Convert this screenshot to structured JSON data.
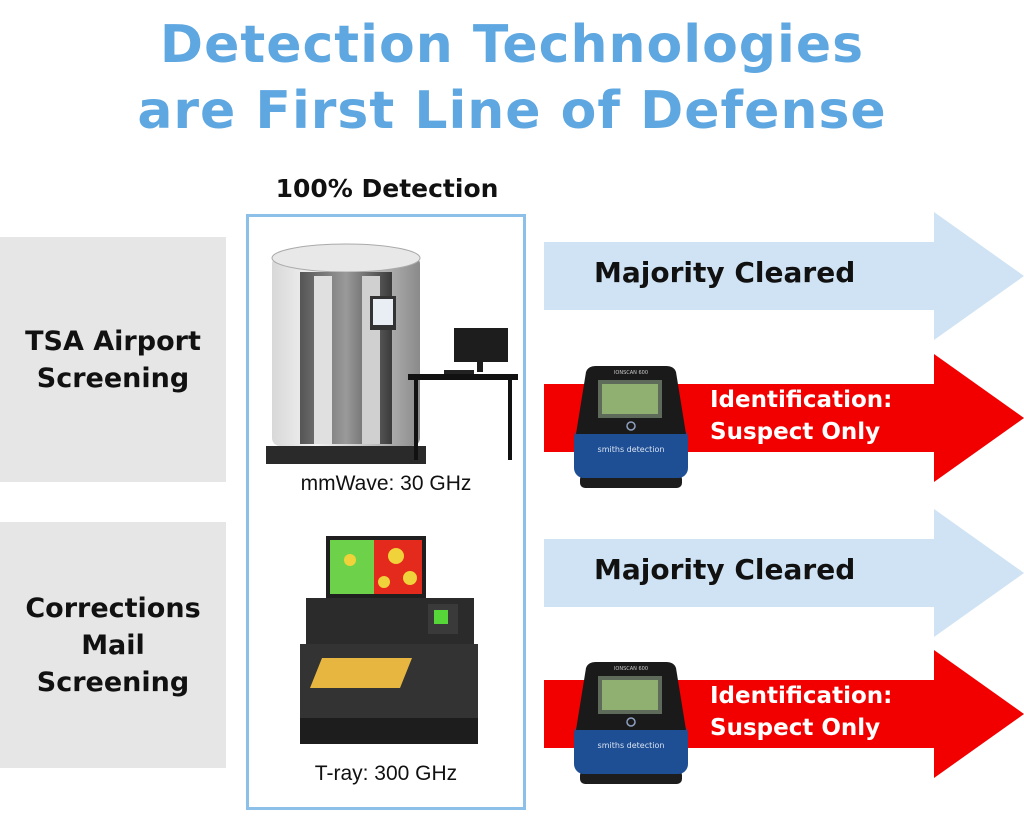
{
  "title": {
    "line1": "Detection Technologies",
    "line2": "are First Line of Defense"
  },
  "detection": {
    "header": "100% Detection",
    "items": [
      {
        "caption": "mmWave: 30 GHz",
        "icon": "body-scanner-icon"
      },
      {
        "caption": "T-ray: 300 GHz",
        "icon": "mail-scanner-icon"
      }
    ]
  },
  "rows": [
    {
      "label": "TSA Airport\nScreening"
    },
    {
      "label": "Corrections\nMail\nScreening"
    }
  ],
  "arrows": [
    {
      "text": "Majority Cleared",
      "color": "#cfe3f4"
    },
    {
      "text": "Identification:\nSuspect Only",
      "color": "#f20000",
      "device_brand": "smiths detection",
      "device_model": "IONSCAN 600"
    },
    {
      "text": "Majority Cleared",
      "color": "#cfe3f4"
    },
    {
      "text": "Identification:\nSuspect Only",
      "color": "#f20000",
      "device_brand": "smiths detection",
      "device_model": "IONSCAN 600"
    }
  ],
  "colors": {
    "title": "#5ea7e0",
    "box_border": "#8cc0e8",
    "row_bg": "#e6e6e6"
  }
}
